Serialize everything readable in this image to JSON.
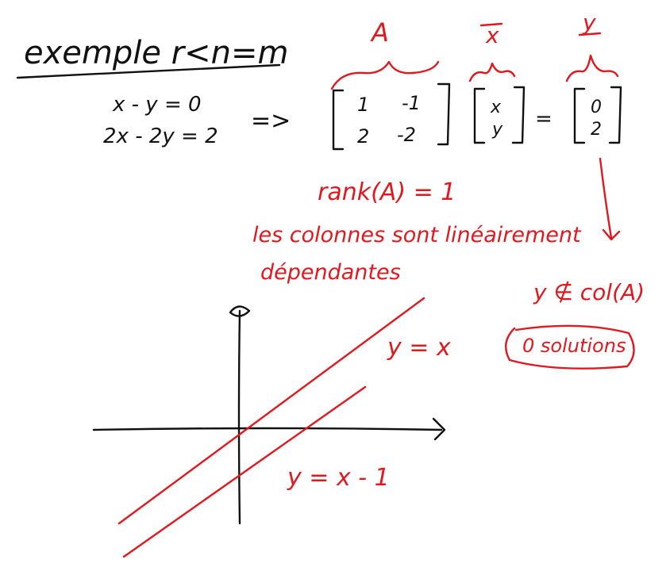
{
  "colors": {
    "black_ink": "#111111",
    "red_ink": "#e0191f",
    "background": "#ffffff"
  },
  "title": "exemple r<n=m",
  "system": {
    "eq1": "x - y = 0",
    "eq2": "2x - 2y = 2",
    "implies": "=>"
  },
  "matrix_equation": {
    "label_A": "A",
    "label_x": "x",
    "label_y": "y",
    "A": {
      "r1c1": "1",
      "r1c2": "-1",
      "r2c1": "2",
      "r2c2": "-2"
    },
    "x_vec": {
      "r1": "x",
      "r2": "y"
    },
    "equals": "=",
    "y_vec": {
      "r1": "0",
      "r2": "2"
    }
  },
  "notes": {
    "rank": "rank(A) = 1",
    "columns_line1": "les colonnes sont linéairement",
    "columns_line2": "dépendantes",
    "not_in_col": "y ∉ col(A)",
    "solutions": "0 solutions"
  },
  "graph": {
    "line1_label": "y = x",
    "line2_label": "y = x - 1"
  }
}
